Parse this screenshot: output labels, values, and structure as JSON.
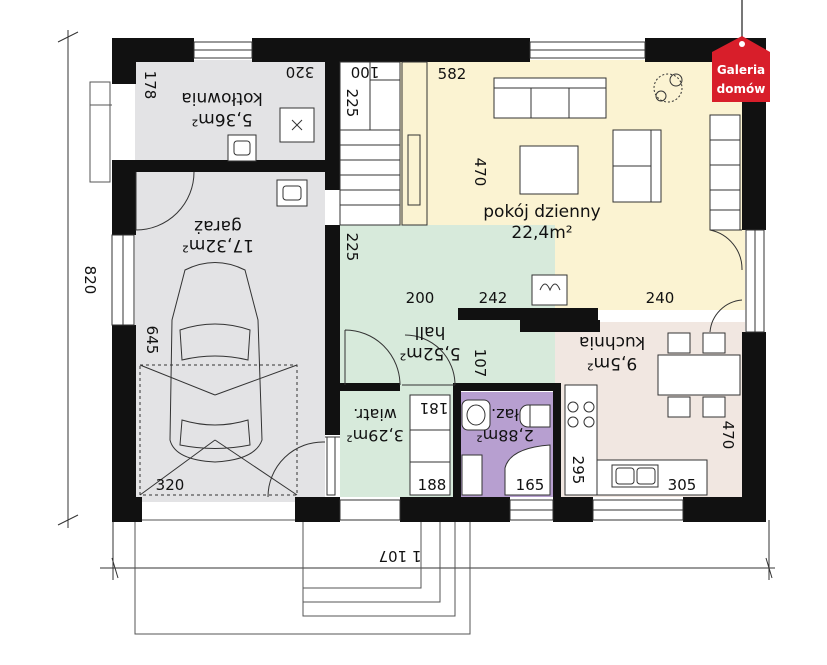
{
  "rooms": {
    "kotlownia": {
      "name": "kotłownia",
      "area": "5,36m²"
    },
    "garaz": {
      "name": "garaż",
      "area": "17,32m²"
    },
    "pokoj": {
      "name": "pokój dzienny",
      "area": "22,4m²"
    },
    "hall": {
      "name": "hall",
      "area": "5,52m²"
    },
    "wiatr": {
      "name": "wiatr.",
      "area": "3,29m²"
    },
    "laz": {
      "name": "łaz.",
      "area": "2,88m²"
    },
    "kuchnia": {
      "name": "kuchnia",
      "area": "9,5m²"
    }
  },
  "dimensions": {
    "total_width": "1 107",
    "total_height": "820",
    "d320_top": "320",
    "d178": "178",
    "d100": "100",
    "d225_stairs": "225",
    "d582": "582",
    "d470_living": "470",
    "d225_hall": "225",
    "d200": "200",
    "d242": "242",
    "d240": "240",
    "d645": "645",
    "d320_bottom": "320",
    "d107": "107",
    "d181": "181",
    "d188": "188",
    "d165": "165",
    "d295": "295",
    "d305": "305",
    "d470_kitchen": "470"
  },
  "logo": {
    "line1": "Galeria",
    "line2": "domów"
  },
  "colors": {
    "wall": "#111111",
    "kotlownia_fill": "#e3e3e5",
    "garaz_fill": "#e3e3e5",
    "pokoj_fill": "#fbf3d2",
    "hall_fill": "#d7eadb",
    "wiatr_fill": "#d7eadb",
    "laz_fill": "#b79fd0",
    "kuchnia_fill": "#f1e7e1",
    "logo_red": "#d81e2a"
  }
}
